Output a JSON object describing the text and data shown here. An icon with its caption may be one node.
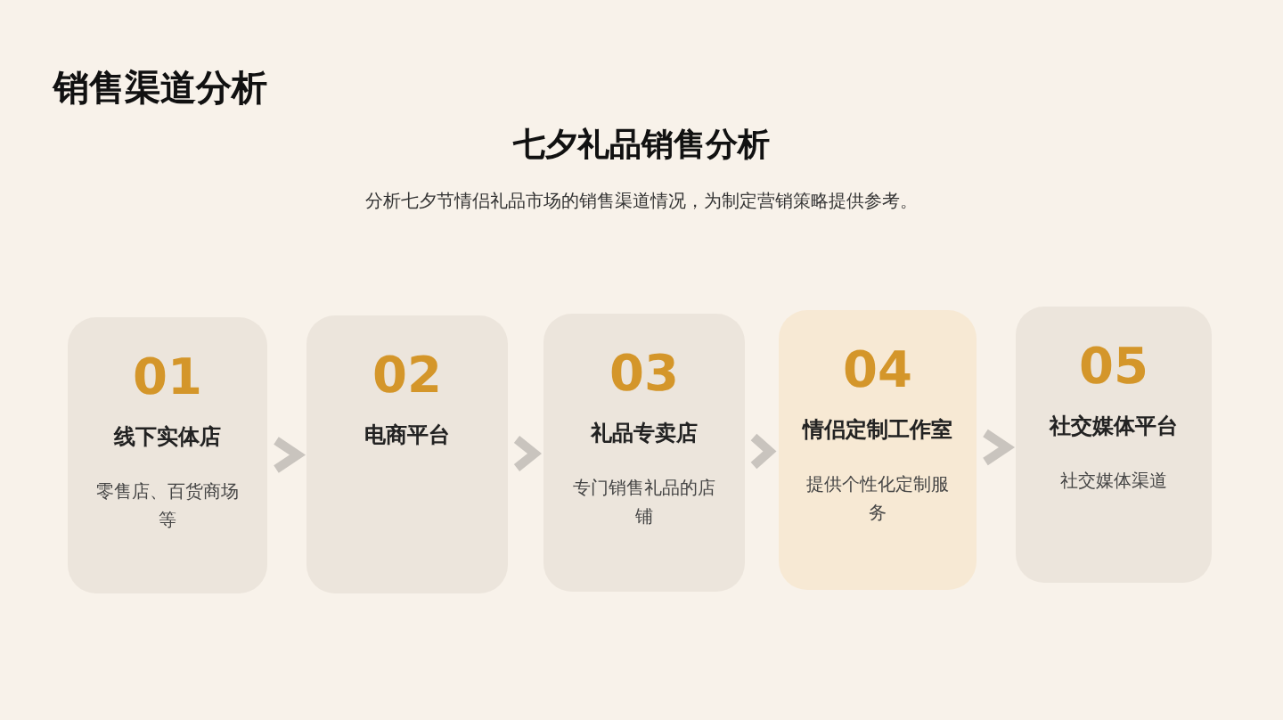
{
  "diagram": {
    "title": "销售渠道分析",
    "nodes": [
      {
        "text": [
          "01",
          "线下实体店",
          "零售店、百货商场等"
        ]
      },
      {
        "text": [
          "02",
          "电商平台"
        ]
      },
      {
        "text": [
          "03",
          "礼品专卖店",
          "专门销售礼品的店铺"
        ]
      },
      {
        "text": [
          "04",
          "情侣定制工作室",
          "提供个性化定制服务"
        ]
      },
      {
        "text": [
          "05",
          "社交媒体平台",
          "社交媒体渠道"
        ]
      }
    ],
    "edges": [
      {
        "from": 0,
        "to": 1,
        "arrow": "to"
      },
      {
        "from": 1,
        "to": 2,
        "arrow": "to"
      },
      {
        "from": 2,
        "to": 3,
        "arrow": "to"
      },
      {
        "from": 3,
        "to": 4,
        "arrow": "to"
      }
    ],
    "labels": [
      "七夕礼品销售分析",
      "分析七夕节情侣礼品市场的销售渠道情况，为制定营销策略提供参考。"
    ]
  }
}
